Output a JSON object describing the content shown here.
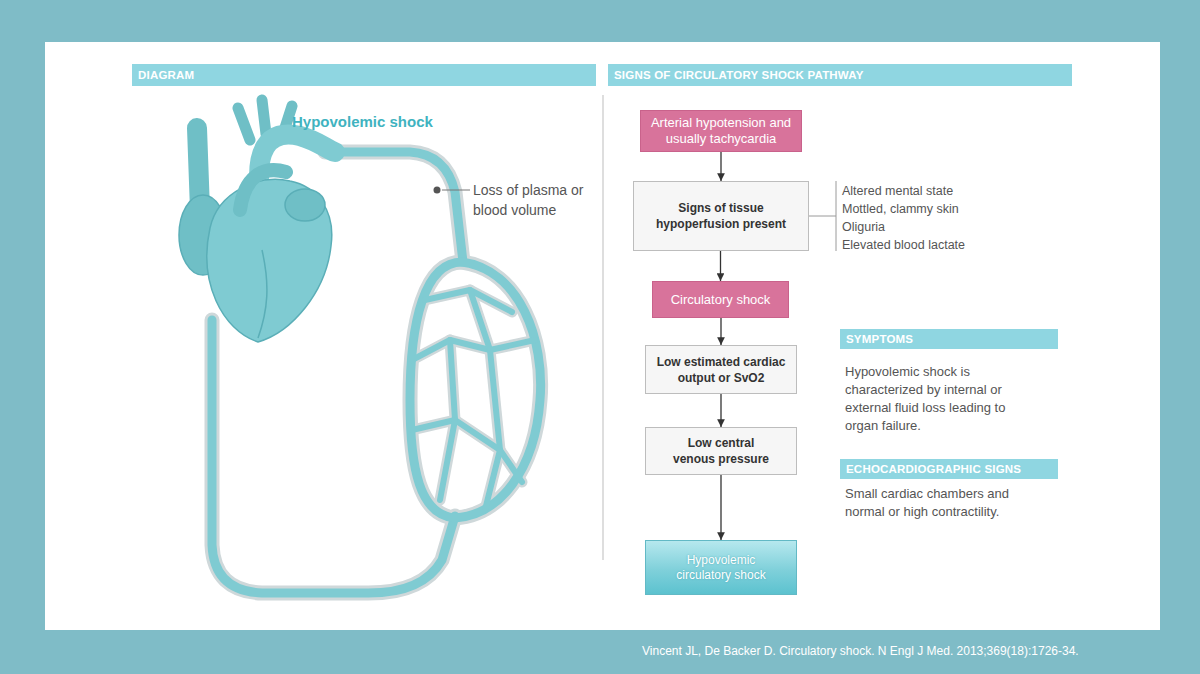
{
  "diagram": {
    "caption": "Vincent JL, De Backer D. Circulatory shock. N Engl J Med. 2013;369(18):1726-34.",
    "nodes": [
      {
        "text": [
          "DIAGRAM"
        ]
      },
      {
        "text": [
          "SIGNS OF CIRCULATORY SHOCK PATHWAY"
        ]
      },
      {
        "text": [
          "Arterial hypotension and usually tachycardia"
        ]
      },
      {
        "text": [
          "Signs of tissue hypoperfusion present"
        ]
      },
      {
        "text": [
          "Circulatory shock"
        ]
      },
      {
        "text": [
          "Low estimated cardiac output or SvO2"
        ]
      },
      {
        "text": [
          "Low central venous pressure"
        ]
      },
      {
        "text": [
          "Hypovolemic circulatory shock"
        ]
      },
      {
        "text": [
          "SYMPTOMS"
        ]
      },
      {
        "text": [
          "ECHOCARDIOGRAPHIC SIGNS"
        ]
      }
    ],
    "edges": [
      {
        "from": 2,
        "to": 3,
        "arrow": "to"
      },
      {
        "from": 3,
        "to": 4,
        "arrow": "to"
      },
      {
        "from": 4,
        "to": 5,
        "arrow": "to"
      },
      {
        "from": 5,
        "to": 6,
        "arrow": "to"
      },
      {
        "from": 6,
        "to": 7,
        "arrow": "to"
      }
    ],
    "labels": [
      "Hypovolemic shock",
      "Loss of plasma or blood volume",
      "Altered mental state",
      "Mottled, clammy skin",
      "Oliguria",
      "Elevated blood lactate",
      "Hypovolemic shock is characterized by internal or external fluid loss leading to organ failure.",
      "Small cardiac chambers and normal or high contractility."
    ]
  }
}
